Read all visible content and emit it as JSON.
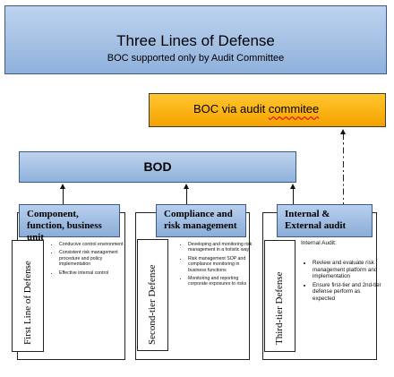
{
  "title": {
    "main": "Three Lines of Defense",
    "sub": "BOC supported only by Audit Committee"
  },
  "audit_box": {
    "prefix": "BOC via audit ",
    "word": "commitee"
  },
  "bod": {
    "label": "BOD"
  },
  "columns": [
    {
      "header": "Component, function, business unit",
      "side_label": "First Line of Defense",
      "items": [
        "Conducive control environment",
        "Consistent risk management procedure and policy implementation",
        "Effective internal control"
      ]
    },
    {
      "header": "Compliance and risk management",
      "side_label": "Second-tier Defense",
      "items": [
        "Developing and monitoring risk management in a holistic way",
        "Risk management SOP and compliance monitoring in business functions",
        "Monitoring and reporting corporate exposures to risks"
      ]
    },
    {
      "header": "Internal & External audit",
      "side_label": "Third-tier Defense",
      "subheading": "Internal Audit:",
      "items": [
        "Review and evaluate risk management platform and implementation",
        "Ensure first-tier and 2nd-tier defense perform as expected"
      ]
    }
  ],
  "colors": {
    "blue_box": "#9dbbe2",
    "audit_orange": "#ffb817",
    "border": "#222222"
  }
}
